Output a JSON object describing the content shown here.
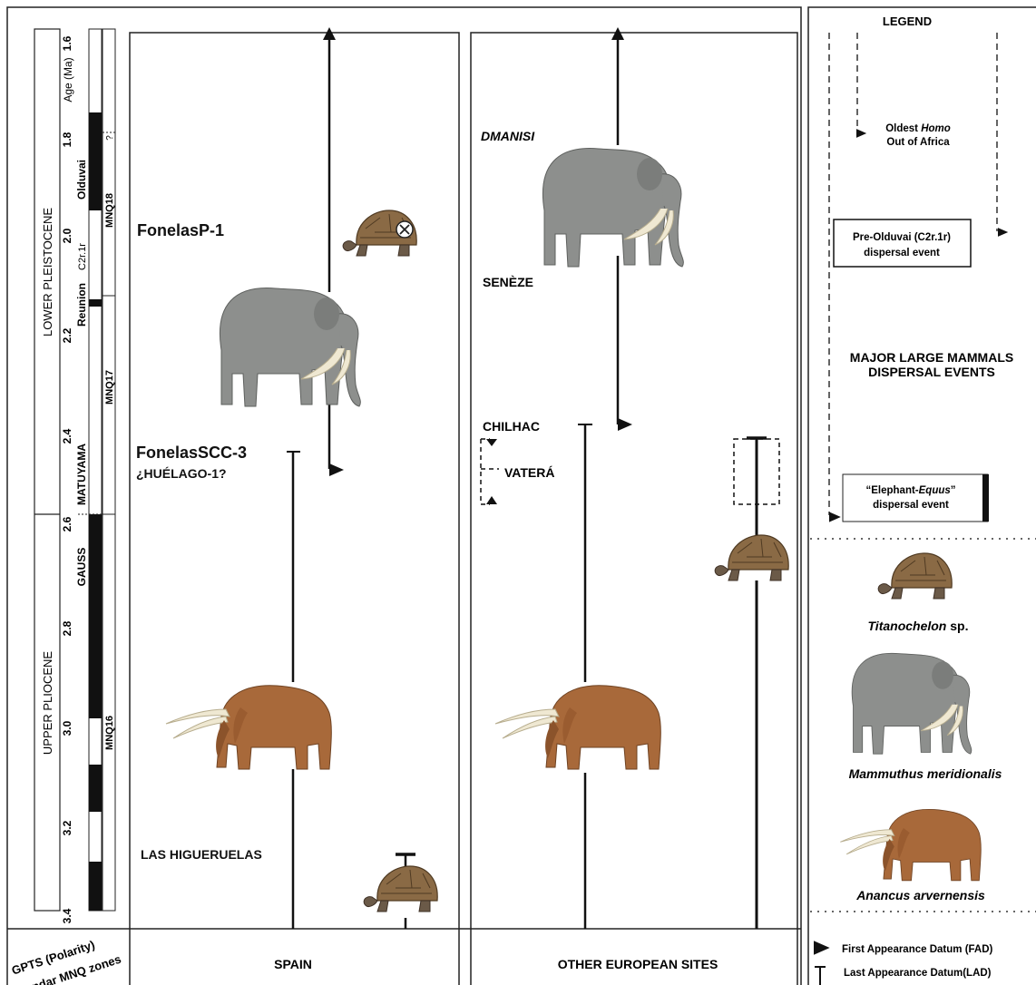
{
  "age_axis": {
    "title": "Age (Ma)",
    "ticks": [
      "1.6",
      "1.8",
      "2.0",
      "2.2",
      "2.4",
      "2.6",
      "2.8",
      "3.0",
      "3.2",
      "3.4"
    ]
  },
  "epochs": [
    "LOWER PLEISTOCENE",
    "UPPER PLIOCENE"
  ],
  "chrons": [
    "Olduvai",
    "C2r.1r",
    "Reunion",
    "MATUYAMA",
    "GAUSS"
  ],
  "mnq_zones": [
    "MNQ18",
    "MNQ17",
    "MNQ16"
  ],
  "mnq_question": "?",
  "bottom_axis_label": [
    "GPTS (Polarity)",
    "Standar MNQ zones"
  ],
  "spain": {
    "panel_label": "SPAIN",
    "sites": [
      "FonelasP-1",
      "FonelasSCC-3",
      "¿HUÉLAGO-1?",
      "LAS HIGUERUELAS"
    ]
  },
  "europe": {
    "panel_label": "OTHER EUROPEAN SITES",
    "sites": [
      "DMANISI",
      "SENÈZE",
      "CHILHAC",
      "VATERÁ"
    ]
  },
  "legend": {
    "title": "LEGEND",
    "oldest_homo": {
      "pre": "Oldest ",
      "italic": "Homo",
      "line2": "Out of Africa"
    },
    "pre_olduvai": [
      "Pre-Olduvai (C2r.1r)",
      "dispersal event"
    ],
    "major_events": [
      "MAJOR LARGE MAMMALS",
      "DISPERSAL  EVENTS"
    ],
    "elephant_equus": {
      "pre": "“Elephant-",
      "italic": "Equus",
      "post": "”",
      "line2": "dispersal event"
    },
    "taxa": [
      {
        "genus": "Titanochelon",
        "rest": " sp."
      },
      {
        "genus": "Mammuthus meridionalis",
        "rest": ""
      },
      {
        "genus": "Anancus arvernensis",
        "rest": ""
      }
    ],
    "fad": "First Appearance Datum (FAD)",
    "lad": "Last Appearance Datum(LAD)"
  },
  "colors": {
    "mammoth": "#8d8f8d",
    "anancus": "#a8693a",
    "tortoise": "#8a6a45",
    "ivory": "#efe8d2"
  }
}
